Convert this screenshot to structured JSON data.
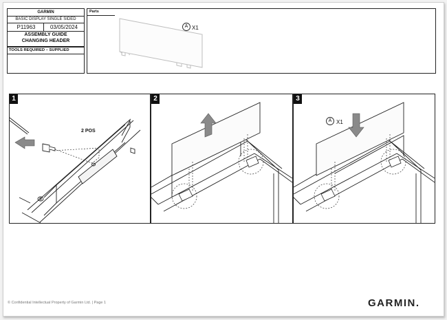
{
  "title_block": {
    "brand": "GARMIN",
    "product": "BASIC DISPLAY SINGLE SIDED",
    "part_number": "P11963",
    "date": "03/05/2024",
    "guide_line1": "ASSEMBLY GUIDE",
    "guide_line2": "CHANGING HEADER"
  },
  "tools": {
    "label": "TOOLS REQUIRED – SUPPLIED"
  },
  "parts": {
    "label": "Parts",
    "item_letter": "A",
    "item_qty": "X1"
  },
  "steps": [
    {
      "number": "1",
      "callout": "2 POS"
    },
    {
      "number": "2"
    },
    {
      "number": "3",
      "item_letter": "A",
      "item_qty": "X1"
    }
  ],
  "footer": {
    "text": "© Confidential Intellectual Property of Garmin Ltd. | Page 1",
    "logo": "GARMIN."
  }
}
